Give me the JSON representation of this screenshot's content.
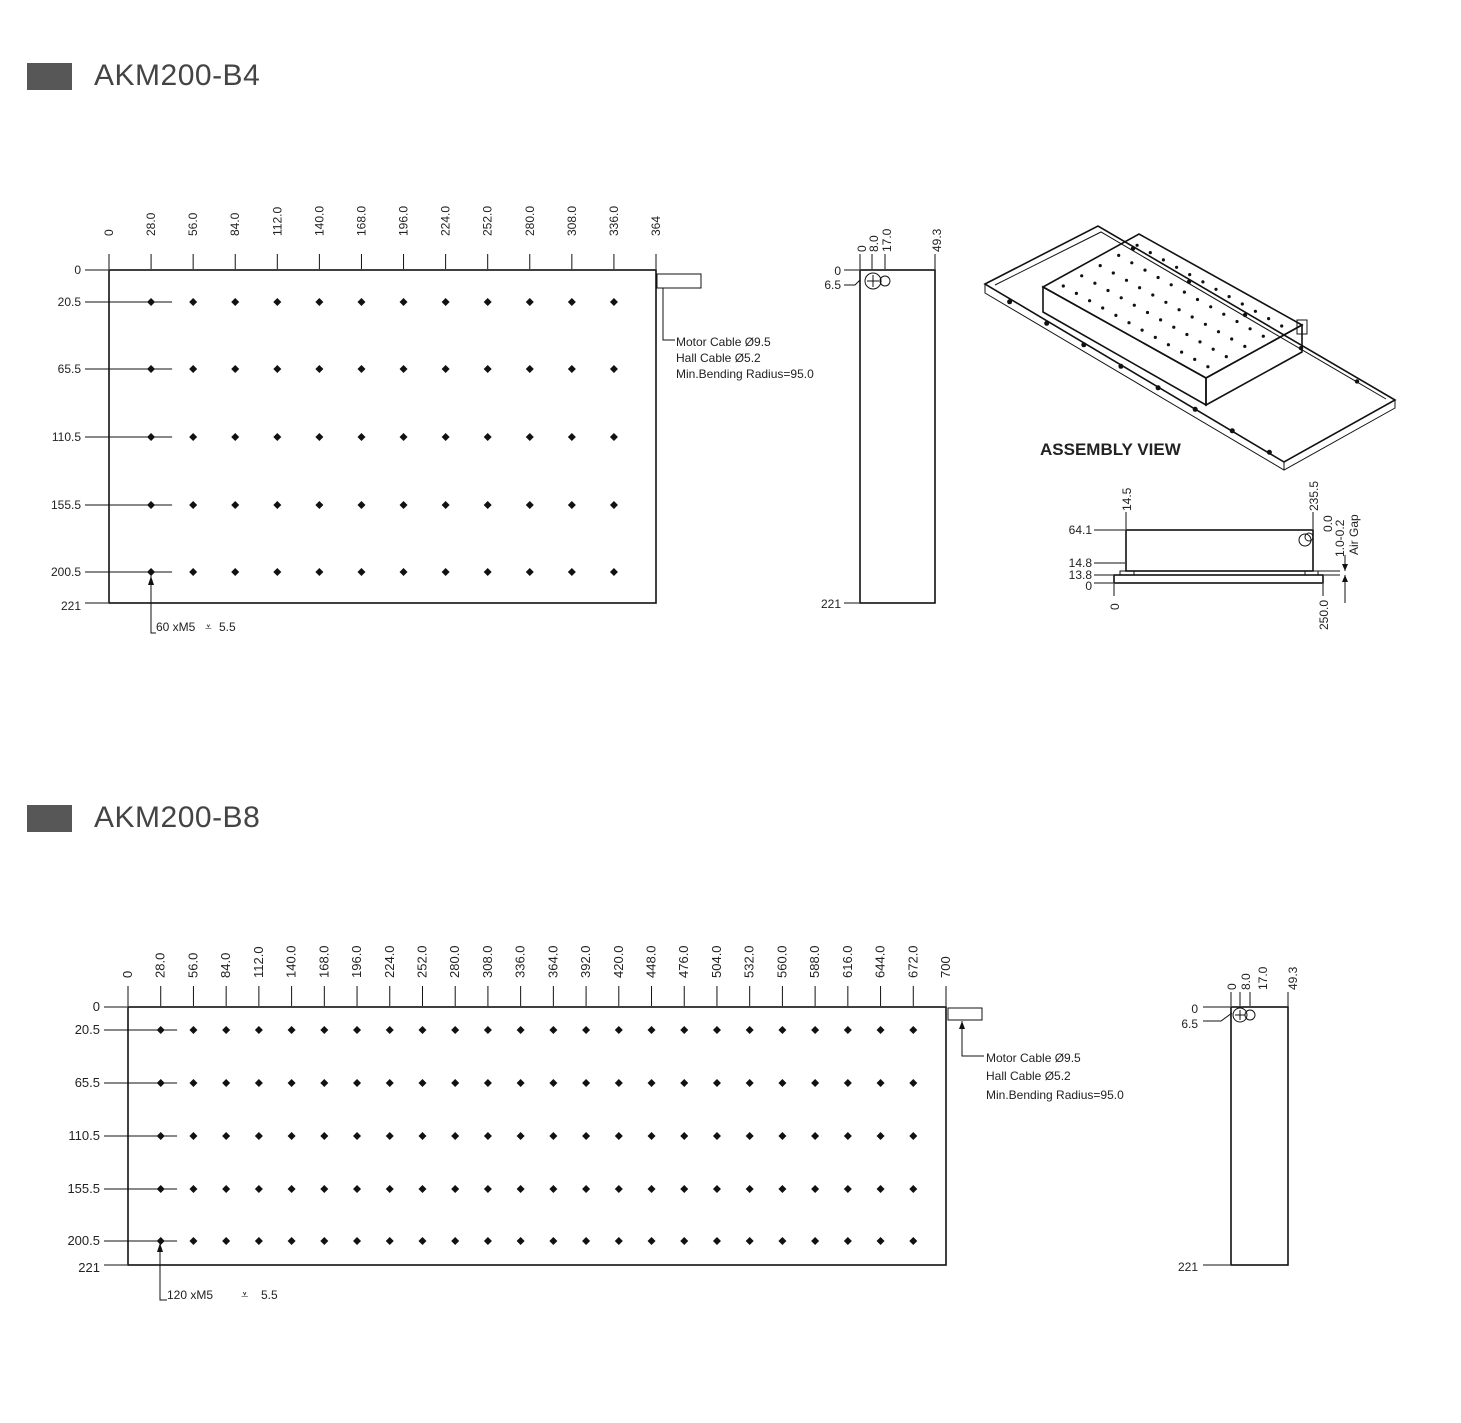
{
  "sections": [
    {
      "title": "AKM200-B4",
      "x_ticks": [
        "0",
        "28.0",
        "56.0",
        "84.0",
        "112.0",
        "140.0",
        "168.0",
        "196.0",
        "224.0",
        "252.0",
        "280.0",
        "308.0",
        "336.0",
        "364"
      ],
      "y_ticks": [
        "0",
        "20.5",
        "65.5",
        "110.5",
        "155.5",
        "200.5",
        "221"
      ],
      "hole_callout": "60 xM5",
      "hole_depth": "5.5",
      "cable_notes": [
        "Motor Cable Ø9.5",
        "Hall Cable Ø5.2",
        "Min.Bending Radius=95.0"
      ],
      "side_top_ticks": [
        "0",
        "8.0",
        "17.0",
        "49.3"
      ],
      "side_left_ticks": [
        "0",
        "6.5",
        "221"
      ]
    },
    {
      "title": "AKM200-B8",
      "x_ticks": [
        "0",
        "28.0",
        "56.0",
        "84.0",
        "112.0",
        "140.0",
        "168.0",
        "196.0",
        "224.0",
        "252.0",
        "280.0",
        "308.0",
        "336.0",
        "364.0",
        "392.0",
        "420.0",
        "448.0",
        "476.0",
        "504.0",
        "532.0",
        "560.0",
        "588.0",
        "616.0",
        "644.0",
        "672.0",
        "700"
      ],
      "y_ticks": [
        "0",
        "20.5",
        "65.5",
        "110.5",
        "155.5",
        "200.5",
        "221"
      ],
      "hole_callout": "120 xM5",
      "hole_depth": "5.5",
      "cable_notes": [
        "Motor Cable Ø9.5",
        "Hall Cable Ø5.2",
        "Min.Bending Radius=95.0"
      ],
      "side_top_ticks": [
        "0",
        "8.0",
        "17.0",
        "49.3"
      ],
      "side_left_ticks": [
        "0",
        "6.5",
        "221"
      ]
    }
  ],
  "assembly": {
    "label": "ASSEMBLY VIEW",
    "left_ticks": [
      "64.1",
      "14.8",
      "13.8",
      "0"
    ],
    "top_ticks": [
      "14.5",
      "235.5"
    ],
    "bottom_ticks": [
      "0",
      "250.0"
    ],
    "right_ticks": [
      "0.0",
      "1.0-0.2"
    ],
    "air_gap": "Air Gap"
  },
  "colors": {
    "header_marker": "#575757",
    "line": "#111111"
  }
}
